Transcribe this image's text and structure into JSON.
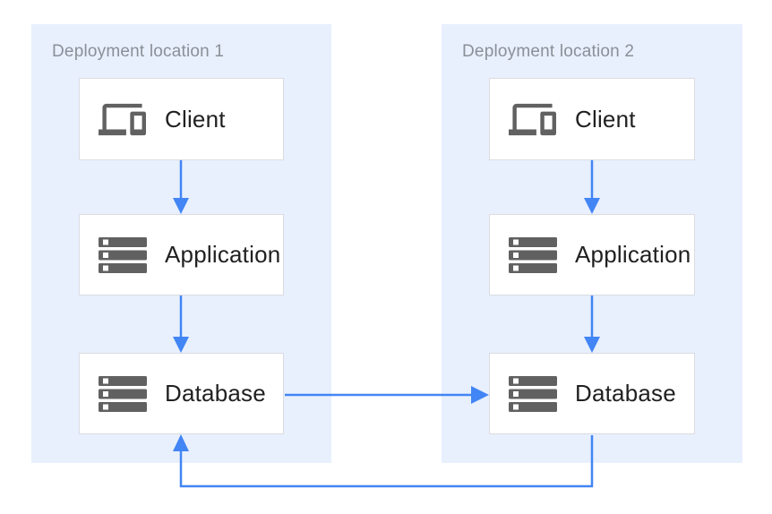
{
  "diagram": {
    "panels": [
      {
        "title": "Deployment location 1",
        "nodes": [
          {
            "label": "Client",
            "icon": "devices-icon"
          },
          {
            "label": "Application",
            "icon": "server-stack-icon"
          },
          {
            "label": "Database",
            "icon": "server-stack-icon"
          }
        ]
      },
      {
        "title": "Deployment location 2",
        "nodes": [
          {
            "label": "Client",
            "icon": "devices-icon"
          },
          {
            "label": "Application",
            "icon": "server-stack-icon"
          },
          {
            "label": "Database",
            "icon": "server-stack-icon"
          }
        ]
      }
    ],
    "connections": [
      {
        "from": "client-1",
        "to": "application-1",
        "direction": "down"
      },
      {
        "from": "application-1",
        "to": "database-1",
        "direction": "down"
      },
      {
        "from": "client-2",
        "to": "application-2",
        "direction": "down"
      },
      {
        "from": "application-2",
        "to": "database-2",
        "direction": "down"
      },
      {
        "from": "database-1",
        "to": "database-2",
        "direction": "right"
      },
      {
        "from": "database-2",
        "to": "database-1",
        "direction": "loop-under-bottom"
      }
    ],
    "colors": {
      "page_bg": "#ffffff",
      "panel_bg": "#e8f0fe",
      "box_bg": "#ffffff",
      "box_border": "#dadce0",
      "arrow": "#4285f4",
      "icon_gray": "#616161",
      "title_text": "#8a9097",
      "label_text": "#212121"
    }
  }
}
